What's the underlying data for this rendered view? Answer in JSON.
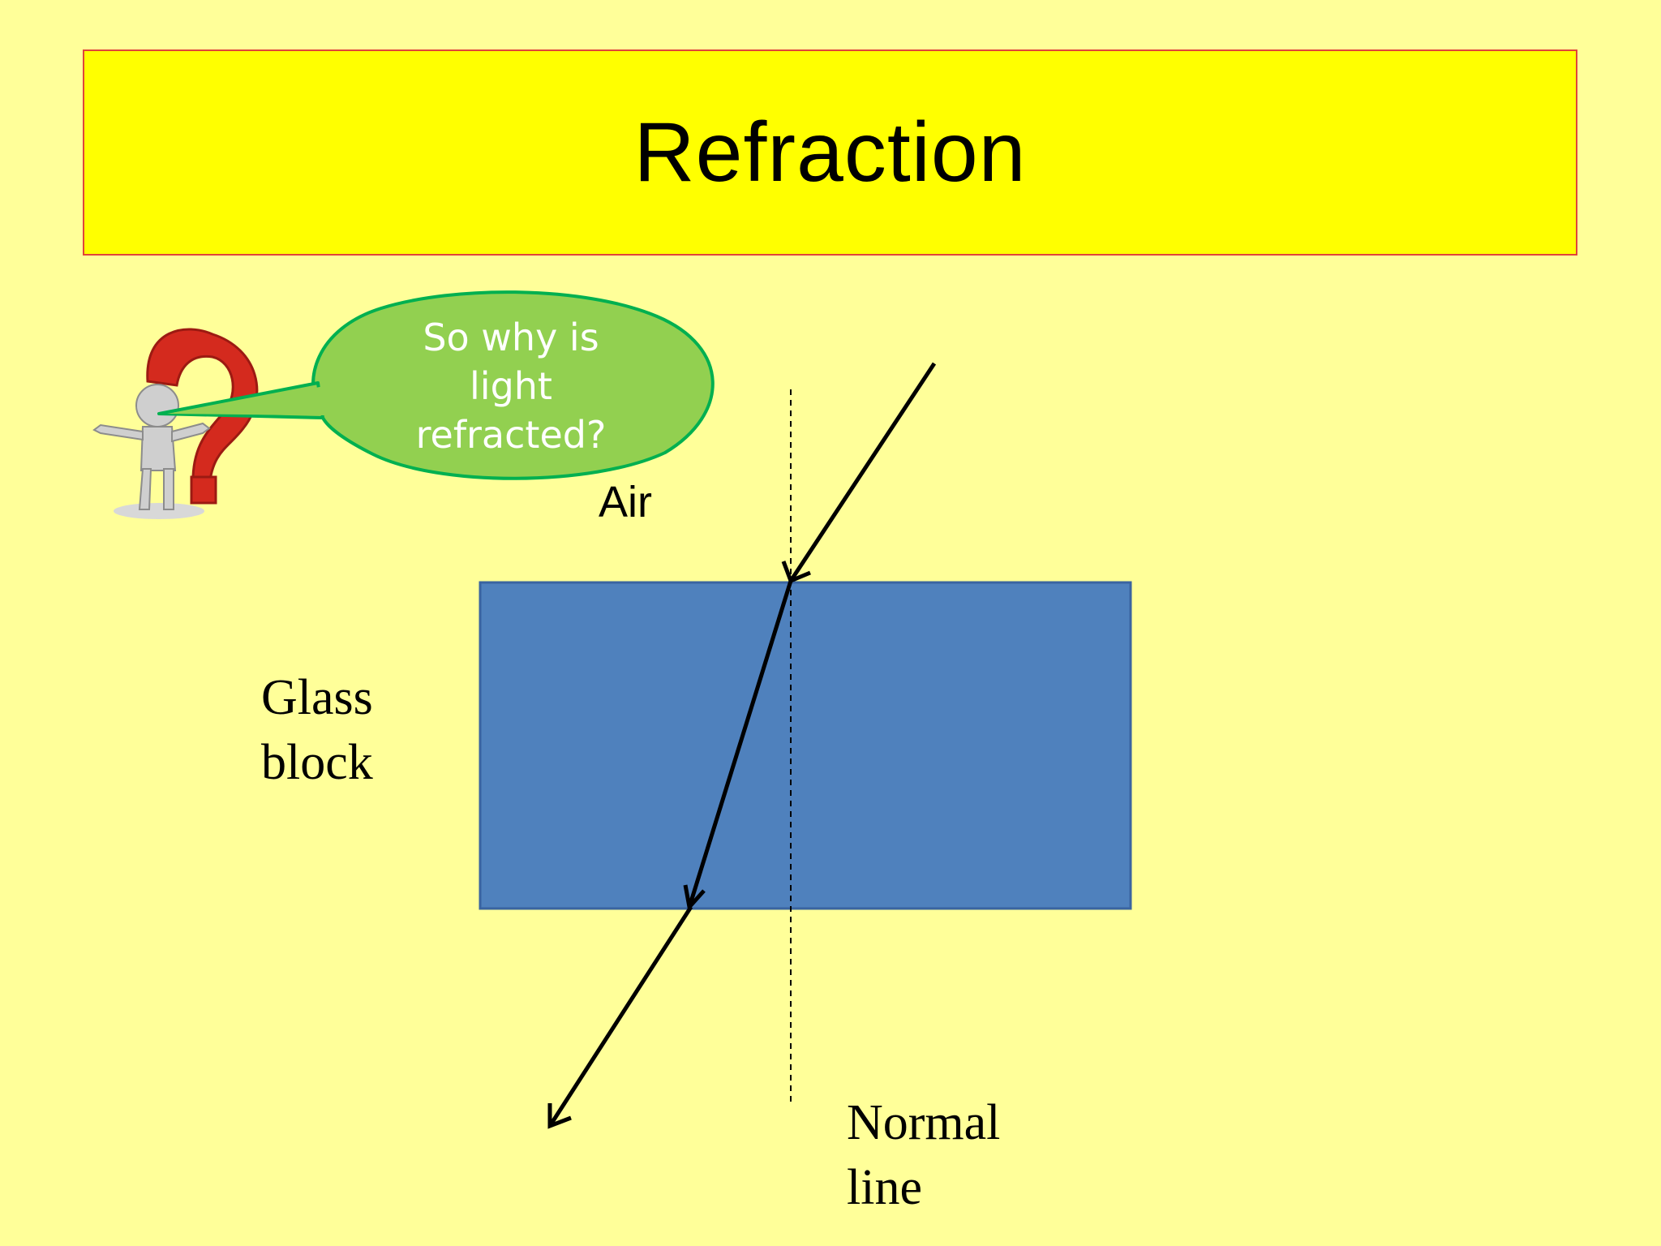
{
  "slide": {
    "title": "Refraction",
    "speech_bubble": "So why is\nlight\nrefracted?",
    "labels": {
      "air": "Air",
      "glass_block": "Glass\nblock",
      "normal_line": "Normal\nline"
    }
  },
  "colors": {
    "background": "#ffff99",
    "title_fill": "#ffff00",
    "title_border": "#e0443a",
    "glass_block": "#4f81bd",
    "bubble_fill": "#92d050",
    "bubble_border": "#00b050",
    "ray": "#000000"
  },
  "icons": [
    "question-mark-figure-icon",
    "arrow-head-icon"
  ]
}
